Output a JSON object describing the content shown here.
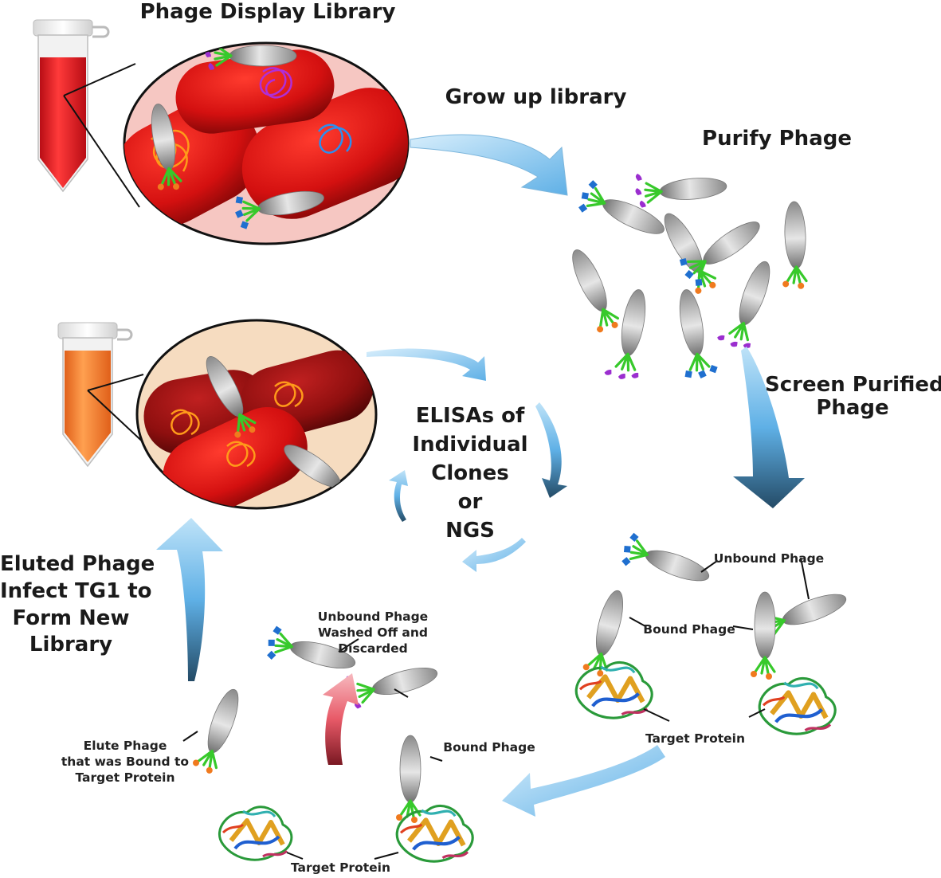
{
  "labels": {
    "phage_display_library": "Phage Display Library",
    "grow_up_library": "Grow up library",
    "purify_phage": "Purify Phage",
    "screen_purified_phage": [
      "Screen Purified",
      "Phage"
    ],
    "elisas": [
      "ELISAs of",
      "Individual",
      "Clones",
      "or",
      "NGS"
    ],
    "eluted_phage": [
      "Eluted Phage",
      "Infect TG1 to",
      "Form New",
      "Library"
    ],
    "unbound_phage": "Unbound Phage",
    "bound_phage_right": "Bound Phage",
    "target_protein_right": "Target Protein",
    "unbound_washed": [
      "Unbound Phage",
      "Washed Off and",
      "Discarded"
    ],
    "bound_phage_bottom": "Bound Phage",
    "elute_phage": [
      "Elute Phage",
      "that was Bound to",
      "Target Protein"
    ],
    "target_protein_bottom": "Target Protein"
  },
  "colors": {
    "arrow_blue": "#8fcbf0",
    "arrow_red": "#e8707a",
    "tube_red": "#f01e2a",
    "tube_orange": "#ff8a2a",
    "bacteria_red": "#d91010",
    "inset_pink": "#f6c7c2",
    "inset_beige": "#f6dcc0",
    "phage_gray": "#b9b9b9",
    "phage_tail_green": "#3ecf2f",
    "tip_orange": "#f07a1e",
    "tip_blue": "#1f6fcf",
    "tip_purple": "#9b2ecf"
  }
}
